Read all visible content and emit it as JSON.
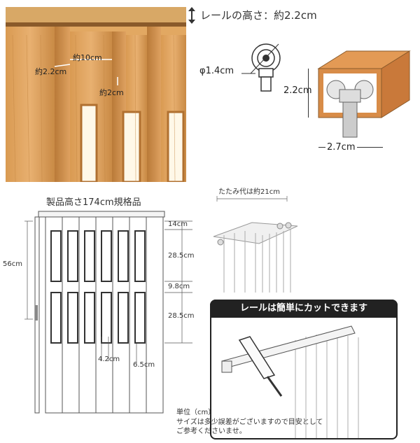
{
  "photo": {
    "label_width": "約10cm",
    "label_depth": "約2.2cm",
    "label_gap": "約2cm"
  },
  "rail_height_note": "レールの高さ：約2.2cm",
  "roller": {
    "diameter_label": "φ1.4cm"
  },
  "rail_section": {
    "height_label": "2.2cm",
    "width_label": "2.7cm"
  },
  "diagram": {
    "title": "製品高さ174cm規格品",
    "dims": {
      "top": "14cm",
      "panel_upper": "28.5cm",
      "middle": "9.8cm",
      "panel_lower": "28.5cm",
      "side": "56cm",
      "bottom_a": "4.2cm",
      "bottom_b": "6.5cm"
    },
    "unit": "単位（cm）",
    "note_line1": "サイズは多少誤差がございますので目安として",
    "note_line2": "ご参考くださいませ。"
  },
  "folded": {
    "label": "たたみ代は約21cm"
  },
  "cut": {
    "title": "レールは簡単にカットできます"
  }
}
